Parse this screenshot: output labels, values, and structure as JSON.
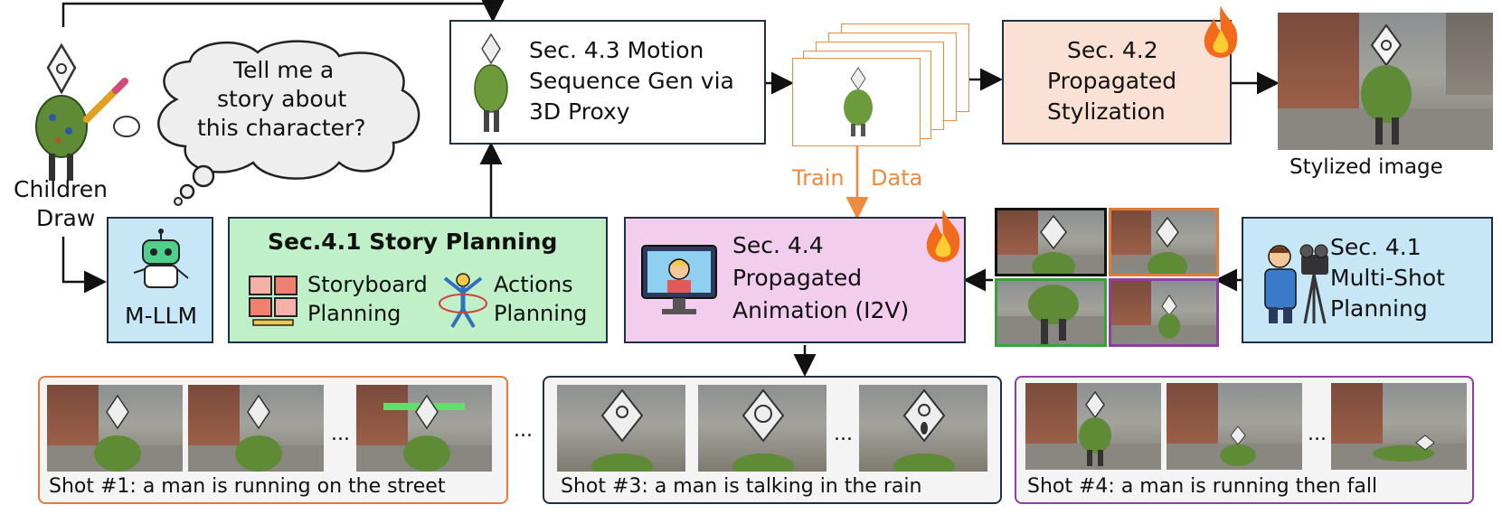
{
  "left": {
    "bubble_text": [
      "Tell me a",
      "story about",
      "this character?"
    ],
    "children_draw": [
      "Children",
      "Draw"
    ]
  },
  "mllm": {
    "label": "M-LLM"
  },
  "story_planning": {
    "title": "Sec.4.1 Story Planning",
    "item1": [
      "Storyboard",
      "Planning"
    ],
    "item2": [
      "Actions",
      "Planning"
    ]
  },
  "motion": {
    "lines": [
      "Sec. 4.3 Motion",
      "Sequence Gen via",
      "3D Proxy"
    ]
  },
  "train_data": {
    "train": "Train",
    "data": "Data"
  },
  "stylization": {
    "lines": [
      "Sec. 4.2",
      "Propagated",
      "Stylization"
    ]
  },
  "stylized_image": {
    "label": "Stylized image"
  },
  "animation": {
    "lines": [
      "Sec. 4.4",
      "Propagated",
      "Animation (I2V)"
    ]
  },
  "multishot": {
    "lines": [
      "Sec. 4.1",
      "Multi-Shot",
      "Planning"
    ]
  },
  "shots": [
    {
      "caption": "Shot #1: a man is running on the street",
      "dots": "...",
      "border": "#e07b3c"
    },
    {
      "caption": "Shot #3: a man is talking in the rain",
      "dots": "...",
      "border": "#1f2f44"
    },
    {
      "caption": "Shot #4: a man is running then fall",
      "dots": "...",
      "border": "#8e3fa0"
    }
  ],
  "between_dots": "...",
  "colors": {
    "green_box": "#bff0c7",
    "pink_box": "#f2cdee",
    "blue_box": "#c7e6f6",
    "peach_box": "#fbe0d4",
    "orange": "#f08a3c",
    "purple": "#8e3fa0",
    "green": "#3aa03a",
    "navy": "#1f2f44"
  }
}
